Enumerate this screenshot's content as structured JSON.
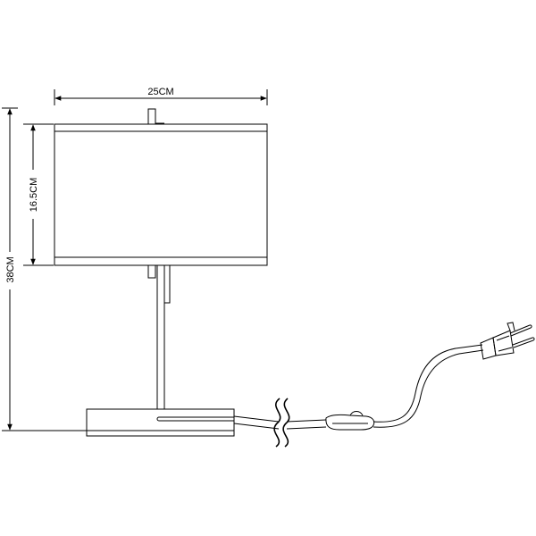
{
  "dimensions": {
    "width": "25CM",
    "shade_height": "16.5CM",
    "total_height": "38CM"
  }
}
